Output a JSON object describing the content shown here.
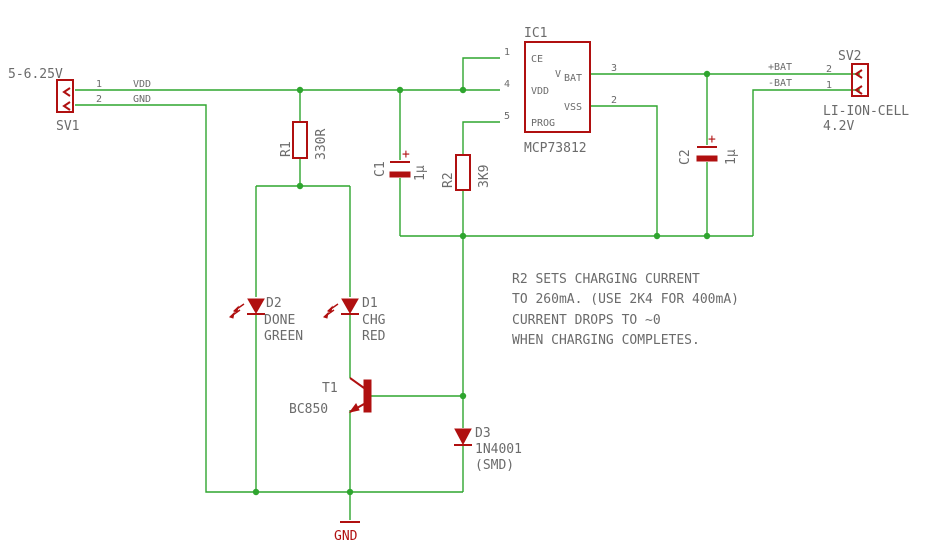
{
  "colors": {
    "wire": "#2fa52f",
    "component": "#b01010",
    "text": "#6b6b6b",
    "background": "#ffffff"
  },
  "sv1": {
    "name": "SV1",
    "voltage": "5-6.25V",
    "pin1": "1",
    "pin2": "2",
    "net1": "VDD",
    "net2": "GND"
  },
  "sv2": {
    "name": "SV2",
    "pin2": "2",
    "pin1": "1",
    "net_pos": "+BAT",
    "net_neg": "-BAT",
    "desc1": "LI-ION-CELL",
    "desc2": "4.2V"
  },
  "ic1": {
    "name": "IC1",
    "part": "MCP73812",
    "pin_ce": "CE",
    "pin_vdd": "VDD",
    "pin_prog": "PROG",
    "pin_vbat_v": "V",
    "pin_vbat_sub": "BAT",
    "pin_vss": "VSS",
    "num_ce": "1",
    "num_vdd": "4",
    "num_prog": "5",
    "num_vbat": "3",
    "num_vss": "2"
  },
  "r1": {
    "name": "R1",
    "value": "330R"
  },
  "r2": {
    "name": "R2",
    "value": "3K9"
  },
  "c1": {
    "name": "C1",
    "value": "1µ",
    "plus": "+"
  },
  "c2": {
    "name": "C2",
    "value": "1µ",
    "plus": "+"
  },
  "d1": {
    "name": "D1",
    "line1": "CHG",
    "line2": "RED"
  },
  "d2": {
    "name": "D2",
    "line1": "DONE",
    "line2": "GREEN"
  },
  "d3": {
    "name": "D3",
    "line1": "1N4001",
    "line2": "(SMD)"
  },
  "t1": {
    "name": "T1",
    "part": "BC850"
  },
  "gnd": {
    "label": "GND"
  },
  "note": {
    "line1": "R2 SETS CHARGING CURRENT",
    "line2": "TO 260mA. (USE 2K4 FOR 400mA)",
    "line3": "CURRENT DROPS TO ~0",
    "line4": "WHEN CHARGING COMPLETES."
  }
}
